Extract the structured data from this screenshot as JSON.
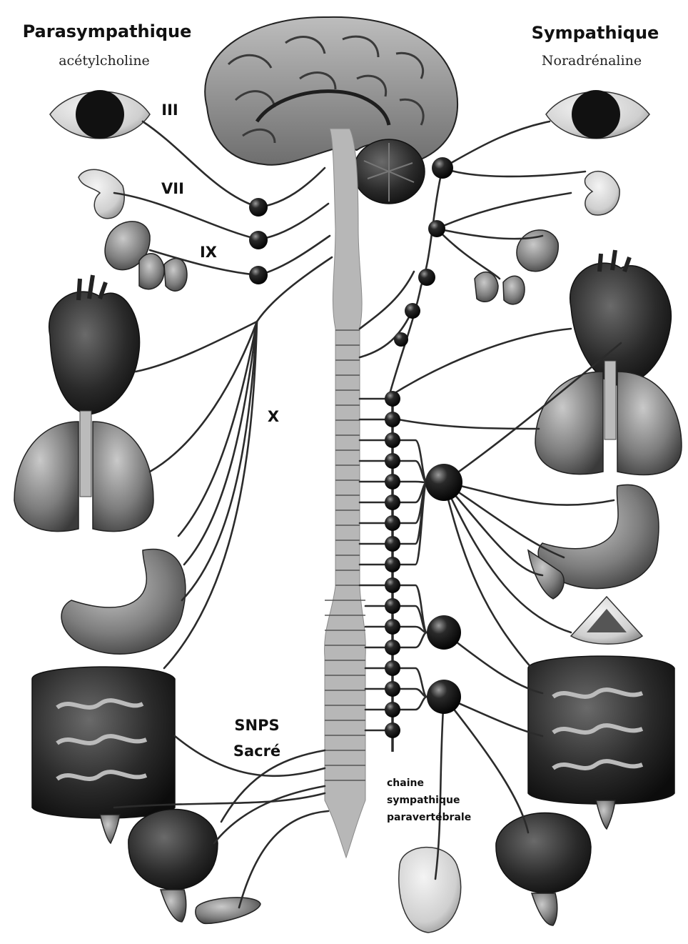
{
  "left_header": {
    "title": "Parasympathique",
    "subtitle": "acétylcholine"
  },
  "right_header": {
    "title": "Sympathique",
    "subtitle": "Noradrénaline"
  },
  "cranial_nerves": {
    "iii": "III",
    "vii": "VII",
    "ix": "IX",
    "x": "X"
  },
  "sacral": {
    "line1": "SNPS",
    "line2": "Sacré"
  },
  "chain_label": {
    "line1": "chaine",
    "line2": "sympathique",
    "line3": "paravertébrale"
  },
  "colors": {
    "ink": "#111111",
    "cord": "#b7b7b7",
    "organ_dark": "#2a2a2a",
    "organ_light": "#d9d9d9"
  }
}
